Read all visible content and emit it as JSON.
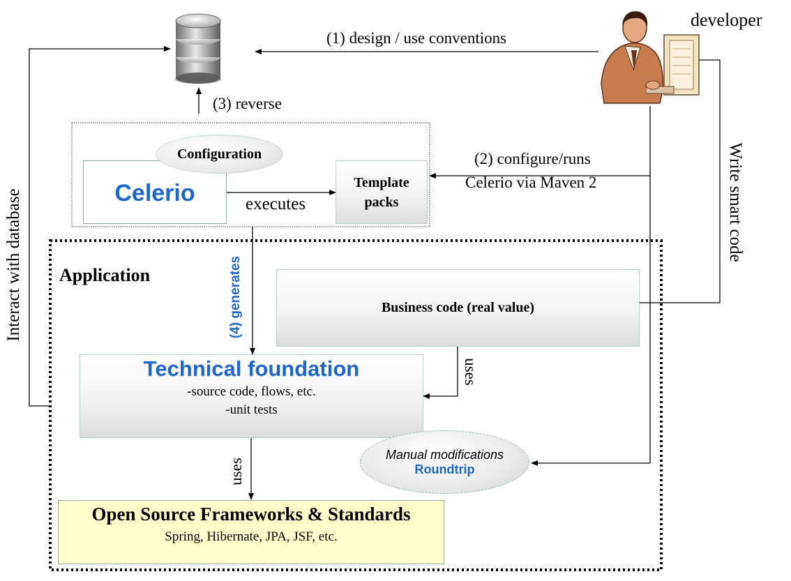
{
  "colors": {
    "accent_blue": "#1f66cc",
    "frameworks_fill": "#ffffcc",
    "line": "#000000"
  },
  "icons": {
    "database": "database-icon",
    "developer": "developer-icon"
  },
  "labels": {
    "developer": "developer",
    "design": "(1) design / use conventions",
    "reverse": "(3) reverse",
    "configure_line1": "(2) configure/runs",
    "configure_line2": "Celerio via Maven 2",
    "write_smart_code": "Write smart code",
    "interact_db": "Interact with database",
    "generates": "(4) generates",
    "executes": "executes",
    "uses_business": "uses",
    "uses_frameworks": "uses"
  },
  "celerio": {
    "name": "Celerio",
    "configuration": "Configuration",
    "template_packs": "Template packs"
  },
  "application": {
    "title": "Application",
    "business_code": "Business code (real value)",
    "technical_foundation": {
      "title": "Technical foundation",
      "line1": "-source code, flows, etc.",
      "line2": "-unit tests"
    },
    "manual": {
      "line1": "Manual modifications",
      "line2": "Roundtrip"
    },
    "frameworks": {
      "title": "Open Source Frameworks & Standards",
      "subtitle": "Spring, Hibernate, JPA, JSF, etc."
    }
  }
}
